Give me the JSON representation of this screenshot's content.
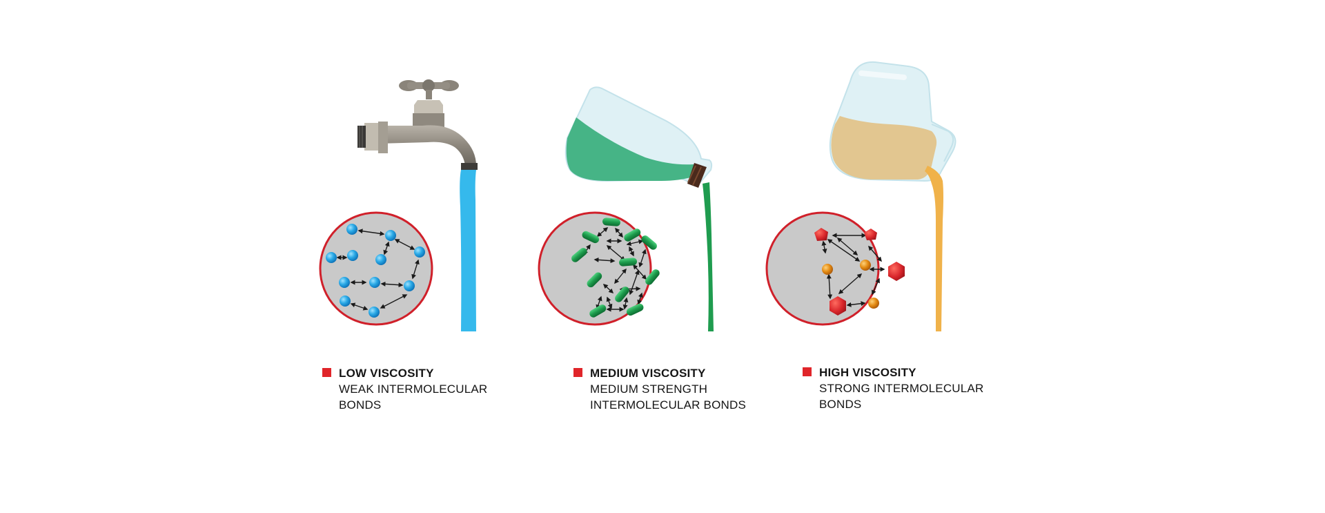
{
  "colors": {
    "accent_red": "#e0252a",
    "water_blue": "#35b9ec",
    "oil_green": "#1f9c4f",
    "honey_orange": "#f0b24a",
    "circle_fill": "#c9c9c9",
    "circle_stroke": "#d0202a"
  },
  "panels": [
    {
      "title": "LOW VISCOSITY",
      "line2": "WEAK INTERMOLECULAR",
      "line3": "BONDS",
      "vessel": "faucet-icon",
      "molecule": "sphere"
    },
    {
      "title": "MEDIUM VISCOSITY",
      "line2": "MEDIUM STRENGTH",
      "line3": "INTERMOLECULAR BONDS",
      "vessel": "bottle-icon",
      "molecule": "capsule"
    },
    {
      "title": "HIGH VISCOSITY",
      "line2": "STRONG INTERMOLECULAR",
      "line3": "BONDS",
      "vessel": "jug-icon",
      "molecule": "polygon"
    }
  ]
}
